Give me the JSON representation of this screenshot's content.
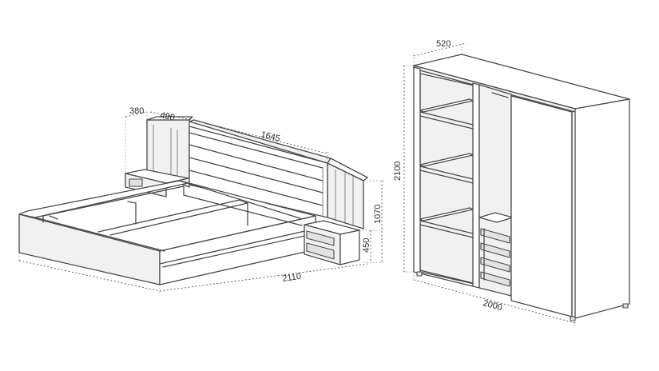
{
  "bed": {
    "dim_depth": "380",
    "dim_shelf_width": "490",
    "dim_headboard_width": "1645",
    "dim_height": "1070",
    "dim_nightstand_height": "450",
    "dim_total_width": "2110"
  },
  "wardrobe": {
    "dim_depth": "520",
    "dim_height": "2100",
    "dim_width": "2000"
  },
  "colors": {
    "line": "#4a4a4a",
    "background": "#ffffff"
  }
}
